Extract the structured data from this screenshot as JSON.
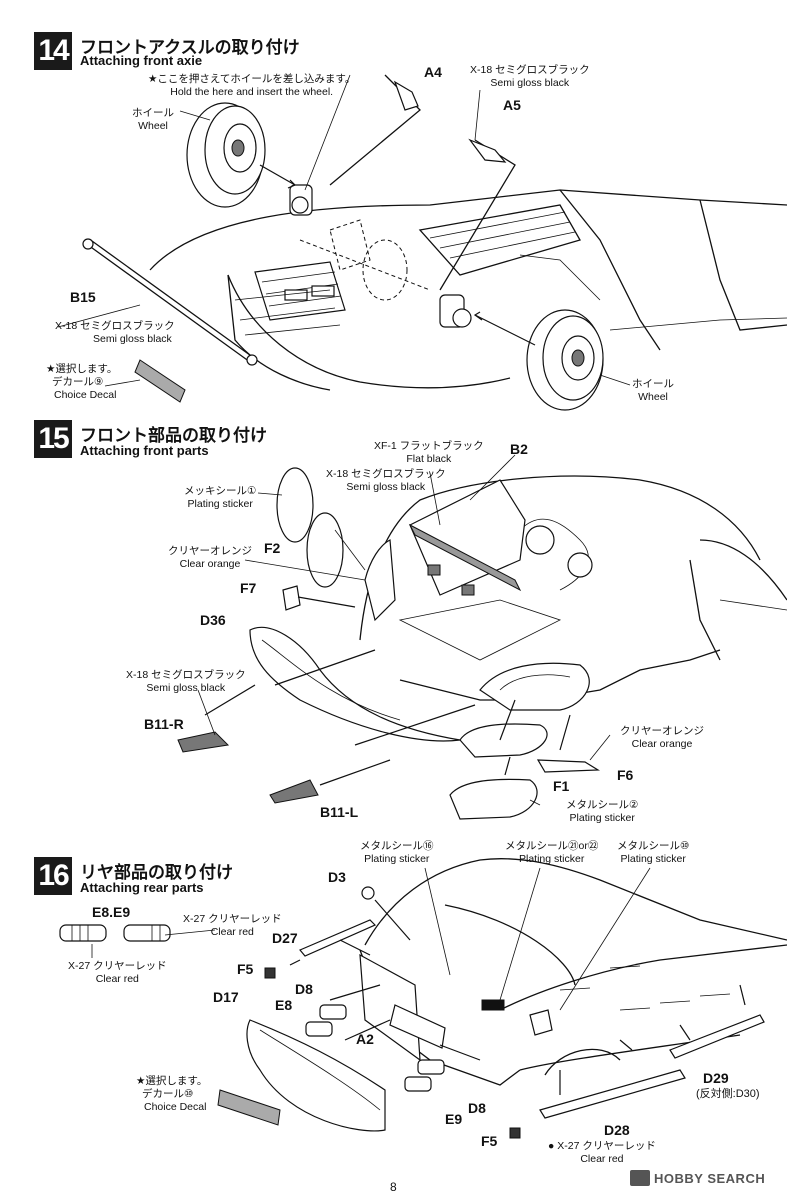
{
  "page_number": "8",
  "watermark": "HOBBY SEARCH",
  "steps": [
    {
      "number": "14",
      "title_ja": "フロントアクスルの取り付け",
      "title_en": "Attaching front axie",
      "labels": {
        "a4": "A4",
        "a5": "A5",
        "b15": "B15",
        "paint_a4_ja": "X-18 セミグロスブラック",
        "paint_a4_en": "Semi gloss black",
        "hold_ja": "★ここを押さえてホイールを差し込みます。",
        "hold_en": "Hold the here and insert the wheel.",
        "wheel_ja": "ホイール",
        "wheel_en": "Wheel",
        "paint_b15_ja": "X-18 セミグロスブラック",
        "paint_b15_en": "Semi gloss black",
        "choice_ja": "★選択します。",
        "decal_ja": "デカール⑨",
        "choice_en": "Choice Decal",
        "wheel2_ja": "ホイール",
        "wheel2_en": "Wheel"
      }
    },
    {
      "number": "15",
      "title_ja": "フロント部品の取り付け",
      "title_en": "Attaching front parts",
      "labels": {
        "b2": "B2",
        "f2": "F2",
        "f7": "F7",
        "d36": "D36",
        "b11r": "B11-R",
        "b11l": "B11-L",
        "f1": "F1",
        "f6": "F6",
        "xf1_ja": "XF-1 フラットブラック",
        "xf1_en": "Flat black",
        "x18_ja": "X-18 セミグロスブラック",
        "x18_en": "Semi gloss black",
        "mekki_ja": "メッキシール①",
        "mekki_en": "Plating sticker",
        "clear_orange_ja": "クリヤーオレンジ",
        "clear_orange_en": "Clear orange",
        "x18b_ja": "X-18 セミグロスブラック",
        "x18b_en": "Semi gloss black",
        "clear_orange2_ja": "クリヤーオレンジ",
        "clear_orange2_en": "Clear orange",
        "metal_ja": "メタルシール②",
        "metal_en": "Plating sticker"
      }
    },
    {
      "number": "16",
      "title_ja": "リヤ部品の取り付け",
      "title_en": "Attaching rear parts",
      "labels": {
        "metal16_ja": "メタルシール⑯",
        "metal16_en": "Plating sticker",
        "metal21_ja": "メタルシール㉑or㉒",
        "metal21_en": "Plating sticker",
        "metal10_ja": "メタルシール⑩",
        "metal10_en": "Plating sticker",
        "d3": "D3",
        "e8e9": "E8.E9",
        "x27a_ja": "X-27 クリヤーレッド",
        "x27a_en": "Clear red",
        "x27b_ja": "X-27 クリヤーレッド",
        "x27b_en": "Clear red",
        "d27": "D27",
        "f5": "F5",
        "d17": "D17",
        "e8": "E8",
        "d8": "D8",
        "a2": "A2",
        "d8b": "D8",
        "e9": "E9",
        "choice_ja": "★選択します。",
        "decal_ja": "デカール⑩",
        "choice_en": "Choice Decal",
        "d29": "D29",
        "d30": "(反対側:D30)",
        "d28": "D28",
        "f5b": "F5",
        "x27c_ja": "● X-27 クリヤーレッド",
        "x27c_en": "Clear red"
      }
    }
  ]
}
